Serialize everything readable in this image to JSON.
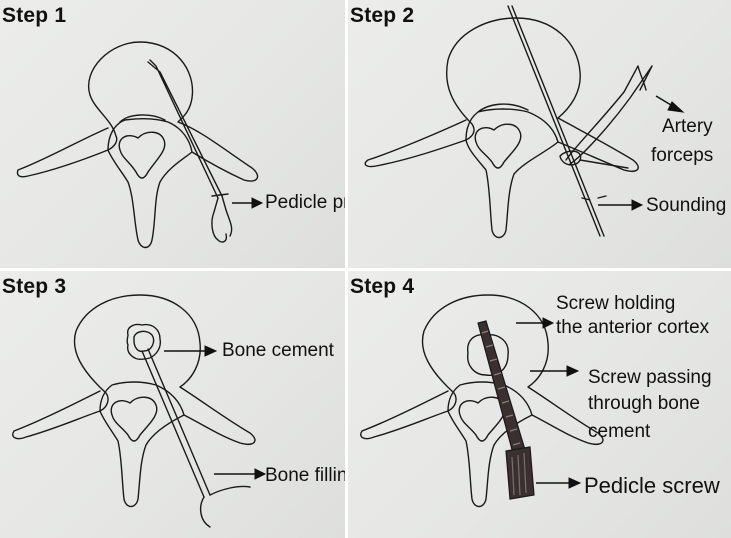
{
  "panels": [
    {
      "title": "Step 1",
      "labels": [
        "Pedicle probe"
      ]
    },
    {
      "title": "Step 2",
      "labels": [
        "Artery",
        "forceps",
        "Sounding"
      ]
    },
    {
      "title": "Step 3",
      "labels": [
        "Bone cement",
        "Bone filling device"
      ]
    },
    {
      "title": "Step 4",
      "labels": [
        "Screw holding",
        "the anterior cortex",
        "Screw passing",
        "through bone",
        "cement",
        "Pedicle screw"
      ]
    }
  ],
  "colors": {
    "background": "#e6e7e5",
    "ink": "#111111",
    "screw": "#3a3030"
  }
}
